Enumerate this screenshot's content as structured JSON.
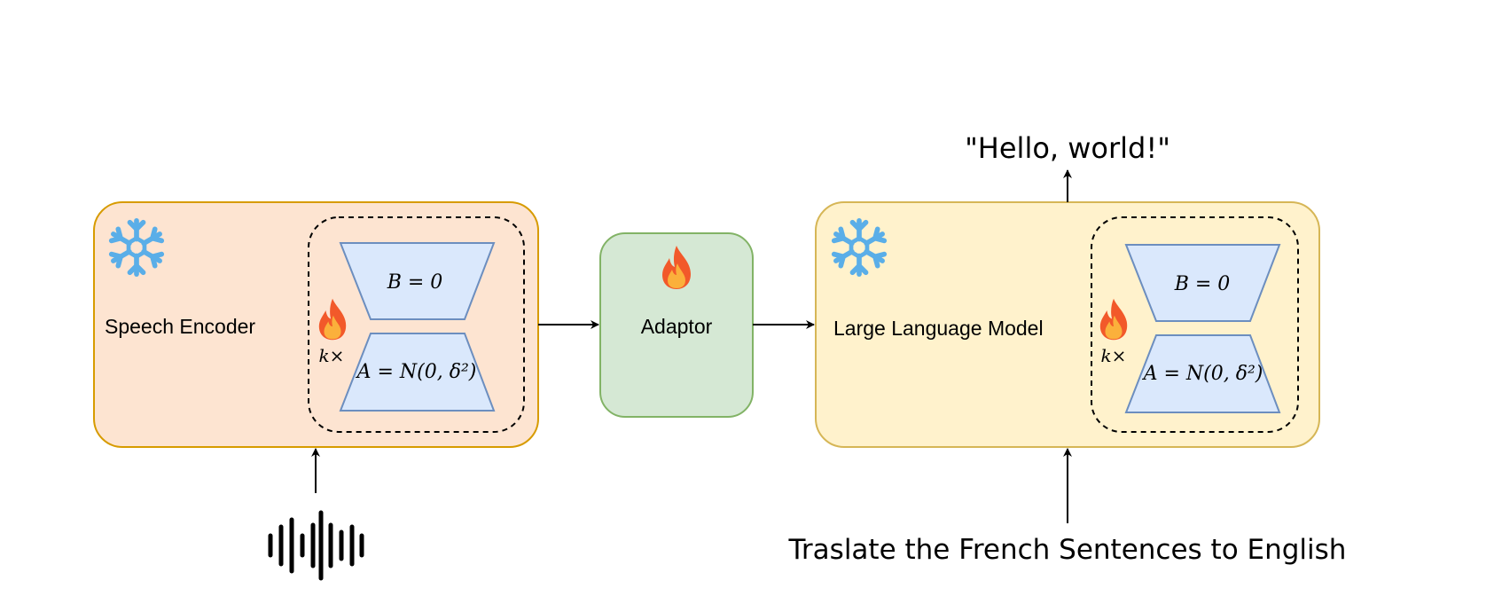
{
  "colors": {
    "encoder_fill": "#fde4d1",
    "encoder_stroke": "#d79b00",
    "adaptor_fill": "#d5e8d4",
    "adaptor_stroke": "#82b366",
    "llm_fill": "#fff2cc",
    "llm_stroke": "#d6b656",
    "lora_fill": "#dae8fc",
    "lora_stroke": "#6c8ebf",
    "snowflake": "#5aaee8",
    "flame_outer": "#f2592a",
    "flame_inner": "#fbb03b",
    "arrow": "#000000"
  },
  "encoder": {
    "label": "Speech Encoder",
    "frozen_icon": "snowflake-icon",
    "lora": {
      "b_label": "B = 0",
      "a_label": "A = N(0, δ²)",
      "repeat_label": "k×",
      "trainable_icon": "flame-icon"
    }
  },
  "adaptor": {
    "label": "Adaptor",
    "trainable_icon": "flame-icon"
  },
  "llm": {
    "label": "Large Language Model",
    "frozen_icon": "snowflake-icon",
    "lora": {
      "b_label": "B = 0",
      "a_label": "A = N(0, δ²)",
      "repeat_label": "k×",
      "trainable_icon": "flame-icon"
    }
  },
  "output_text": "\"Hello, world!\"",
  "prompt_text": "Traslate the French Sentences to English",
  "audio_icon": "waveform-icon"
}
